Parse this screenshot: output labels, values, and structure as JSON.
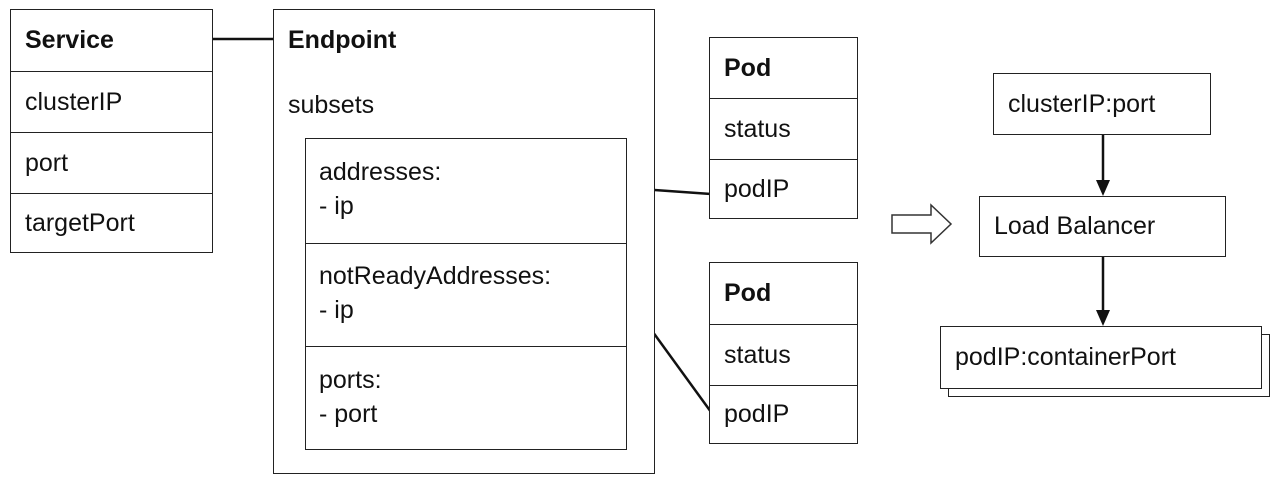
{
  "service": {
    "title": "Service",
    "fields": [
      "clusterIP",
      "port",
      "targetPort"
    ]
  },
  "endpoint": {
    "title": "Endpoint",
    "subsets_label": "subsets",
    "addresses": {
      "line1": "addresses:",
      "line2": "- ip"
    },
    "not_ready": {
      "line1": "notReadyAddresses:",
      "line2": "- ip"
    },
    "ports": {
      "line1": "ports:",
      "line2": "- port"
    }
  },
  "pods": [
    {
      "title": "Pod",
      "fields": [
        "status",
        "podIP"
      ]
    },
    {
      "title": "Pod",
      "fields": [
        "status",
        "podIP"
      ]
    }
  ],
  "flow": {
    "source": "clusterIP:port",
    "balancer": "Load Balancer",
    "target": "podIP:containerPort"
  }
}
